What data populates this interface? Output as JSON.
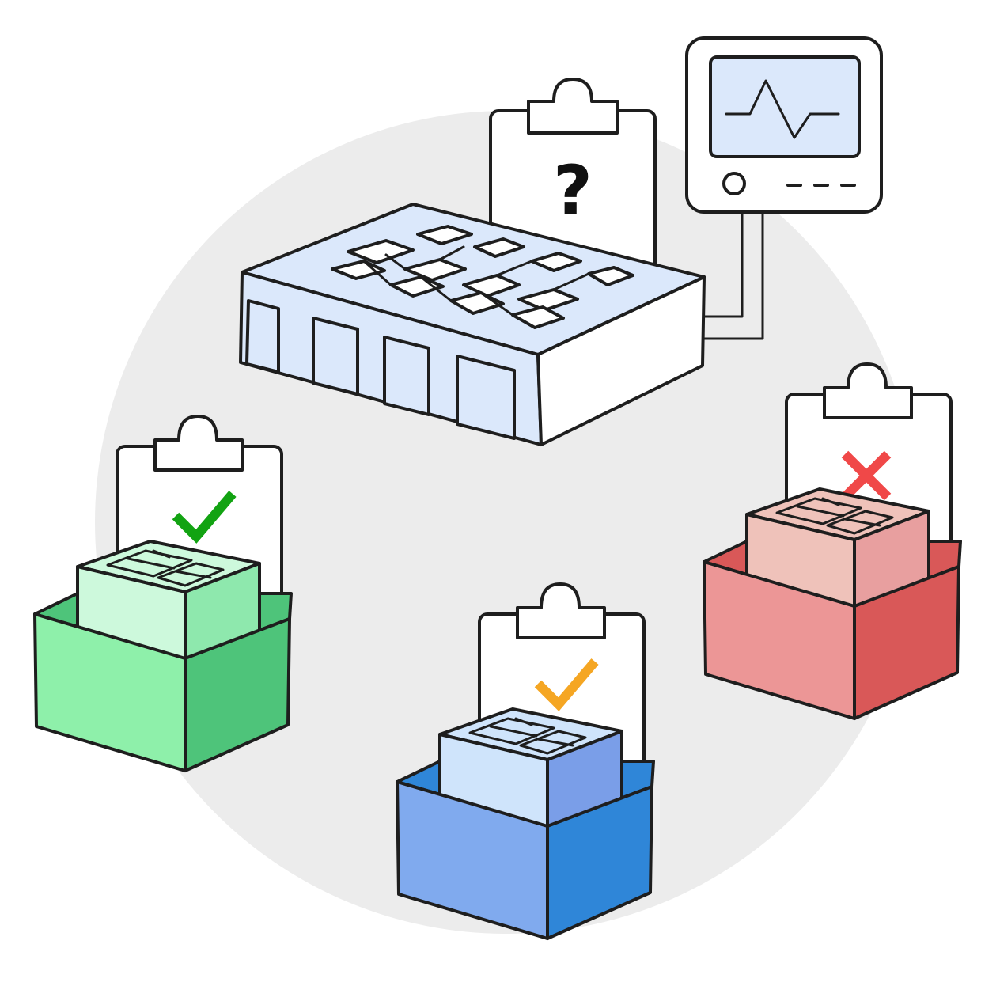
{
  "evaluator": {
    "clipboard_symbol": "?",
    "device_color": "#dbe8fb",
    "monitor_screen_color": "#dbe8fb",
    "signal_icon": "pulse-waveform-icon"
  },
  "outcomes": [
    {
      "name": "green-outcome",
      "status": "pass",
      "icon": "check-mark-icon",
      "mark_color": "#12a312",
      "box_front": "#8ef0aa",
      "box_side": "#4ec47a",
      "chip_light": "#cdf9dc",
      "chip_side": "#8ee8ad"
    },
    {
      "name": "blue-outcome",
      "status": "partial",
      "icon": "check-mark-icon",
      "mark_color": "#f5a623",
      "box_front": "#80aaee",
      "box_side": "#2f86d8",
      "chip_light": "#cfe4fb",
      "chip_side": "#7a9ee8"
    },
    {
      "name": "red-outcome",
      "status": "fail",
      "icon": "cross-mark-icon",
      "mark_color": "#f04848",
      "box_front": "#ec9696",
      "box_side": "#d95858",
      "chip_light": "#efc2ba",
      "chip_side": "#e89f9f"
    }
  ],
  "background_circle_color": "#ececec"
}
